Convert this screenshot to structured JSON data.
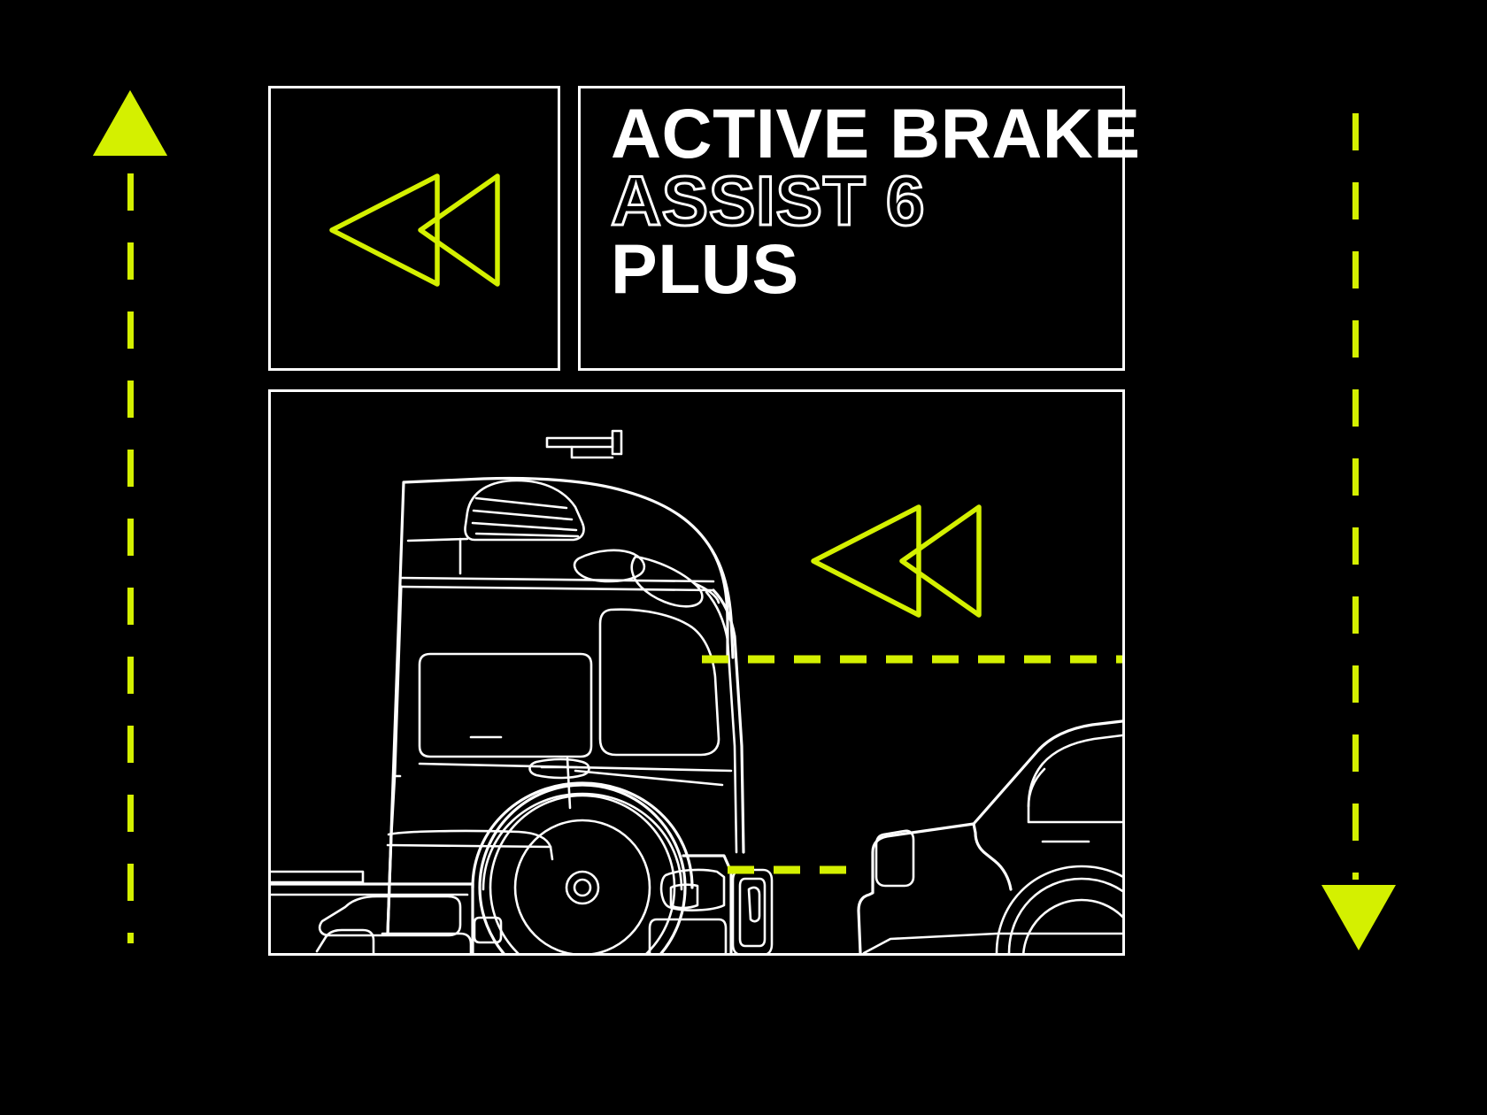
{
  "theme": {
    "background": "#000000",
    "line": "#ffffff",
    "accent": "#d4f000",
    "accent_name": "chartreuse-yellow"
  },
  "title": {
    "line1": "ACTIVE BRAKE",
    "line2": "ASSIST 6",
    "line3": "PLUS",
    "line2_style": "outline",
    "full_text": "ACTIVE BRAKE ASSIST 6 PLUS"
  },
  "logo": {
    "name": "double-chevron-left-icon",
    "description": "two overlapping left-pointing rounded triangles, outline only",
    "color": "#d4f000"
  },
  "scene": {
    "name": "truck-detecting-car-illustration",
    "truck": {
      "name": "semi-truck-cab-side-view",
      "color": "#ffffff"
    },
    "car": {
      "name": "passenger-car-rear-view",
      "color": "#ffffff"
    },
    "sensor_icon": {
      "name": "double-chevron-left-icon",
      "color": "#d4f000"
    },
    "detection_beams": [
      {
        "name": "upper-radar-beam",
        "color": "#d4f000",
        "style": "dashed"
      },
      {
        "name": "lower-radar-beam",
        "color": "#d4f000",
        "style": "dashed"
      }
    ]
  },
  "markers": {
    "top_left": {
      "name": "up-arrow-marker",
      "direction": "up",
      "color": "#d4f000"
    },
    "bottom_right": {
      "name": "down-arrow-marker",
      "direction": "down",
      "color": "#d4f000"
    },
    "rails": {
      "name": "dashed-guide-line",
      "style": "dashed",
      "color": "#d4f000"
    }
  }
}
